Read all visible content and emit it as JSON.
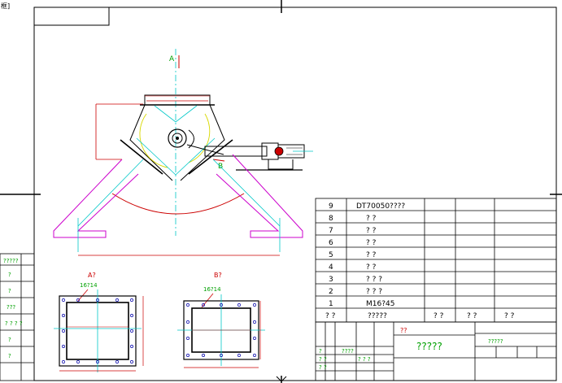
{
  "corner_text": "框]",
  "view_labels": {
    "arrow_a": "A",
    "arrow_b": "B",
    "view_a": "A?",
    "view_b": "B?",
    "bolts_a": "16?14",
    "bolts_b": "16?14"
  },
  "bom": {
    "rows": [
      {
        "no": "9",
        "name": "DT70050????"
      },
      {
        "no": "8",
        "name": "?        ?"
      },
      {
        "no": "7",
        "name": "?        ?"
      },
      {
        "no": "6",
        "name": "?        ?"
      },
      {
        "no": "5",
        "name": "?        ?"
      },
      {
        "no": "4",
        "name": "?        ?"
      },
      {
        "no": "3",
        "name": "?    ?    ?"
      },
      {
        "no": "2",
        "name": "?    ?    ?"
      },
      {
        "no": "1",
        "name": "M16?45"
      }
    ],
    "header": {
      "no": "? ?",
      "name": "?????",
      "c3": "? ?",
      "c4": "? ?",
      "c5": "? ?"
    }
  },
  "title_block": {
    "title": "?????",
    "design": "??",
    "unit": "????",
    "l1": "?",
    "l2": "? ?",
    "l3": "? ?",
    "l4": "? ? ?",
    "scale": "?????"
  },
  "left_margin": {
    "a": "?????",
    "b": "?",
    "c": "?",
    "d": "???",
    "e": "? ? ? ?",
    "f": "?",
    "g": "?"
  },
  "colors": {
    "frame": "#000000",
    "magenta": "#cc00cc",
    "cyan": "#00c8c8",
    "red": "#cc0000",
    "yellow": "#d8d800",
    "green": "#00a000",
    "blue": "#0000aa"
  }
}
